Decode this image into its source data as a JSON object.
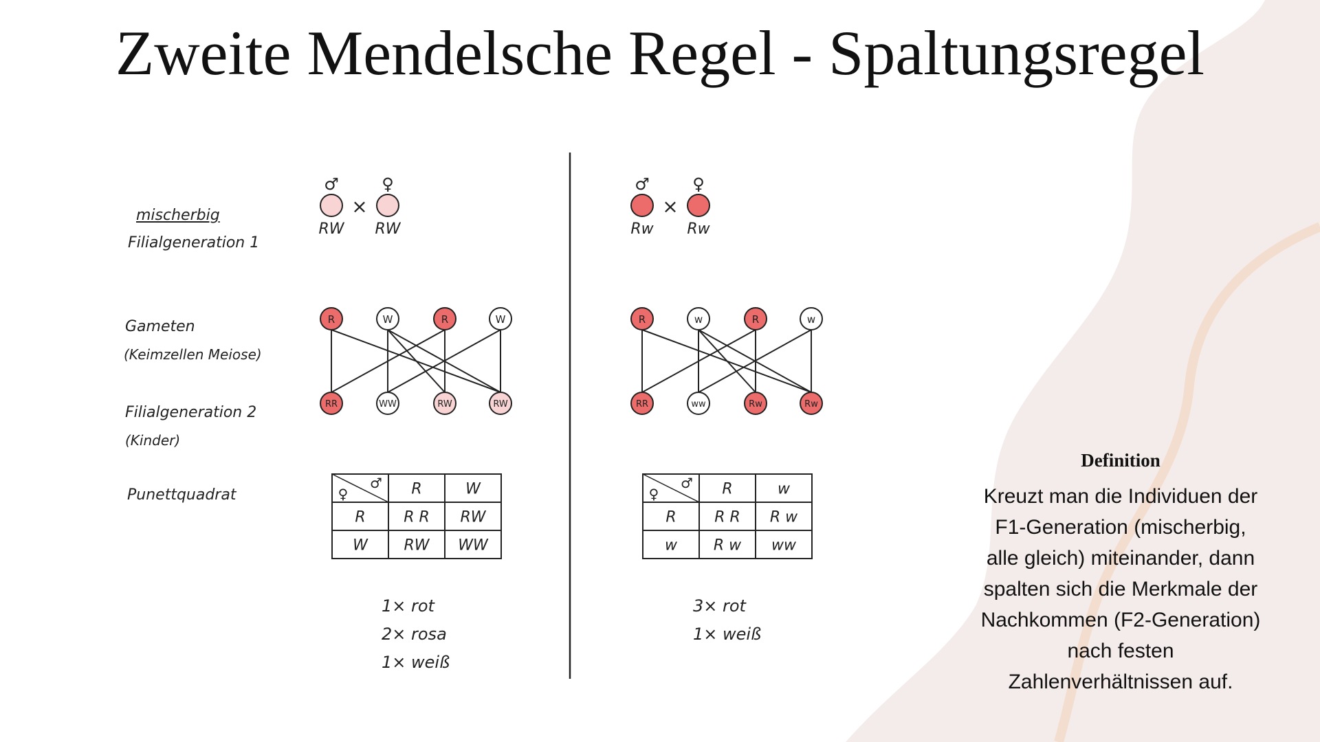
{
  "title": "Zweite Mendelsche Regel - Spaltungsregel",
  "labels": {
    "mischerbig": "mischerbig",
    "filial1": "Filialgeneration 1",
    "gameten": "Gameten",
    "keimzellen": "(Keimzellen Meiose)",
    "filial2": "Filialgeneration 2",
    "kinder": "(Kinder)",
    "punnett": "Punettquadrat"
  },
  "symbols": {
    "male": "♂",
    "female": "♀",
    "cross": "×"
  },
  "colors": {
    "red": "#ec6b6b",
    "pink": "#f9d4d4",
    "white": "#ffffff",
    "line": "#222222",
    "bg_shape": "#f4ecea"
  },
  "left": {
    "parents": [
      "RW",
      "RW"
    ],
    "parent_color": "pink",
    "gametes": [
      {
        "text": "R",
        "color": "red"
      },
      {
        "text": "W",
        "color": "white"
      },
      {
        "text": "R",
        "color": "red"
      },
      {
        "text": "W",
        "color": "white"
      }
    ],
    "children": [
      {
        "text": "RR",
        "color": "red"
      },
      {
        "text": "WW",
        "color": "white"
      },
      {
        "text": "RW",
        "color": "pink"
      },
      {
        "text": "RW",
        "color": "pink"
      }
    ],
    "punnett": {
      "col_headers": [
        "R",
        "W"
      ],
      "row_headers": [
        "R",
        "W"
      ],
      "cells": [
        [
          "R R",
          "RW"
        ],
        [
          "RW",
          "WW"
        ]
      ]
    },
    "results": [
      "1× rot",
      "2× rosa",
      "1× weiß"
    ]
  },
  "right": {
    "parents": [
      "Rw",
      "Rw"
    ],
    "parent_color": "red",
    "gametes": [
      {
        "text": "R",
        "color": "red"
      },
      {
        "text": "w",
        "color": "white"
      },
      {
        "text": "R",
        "color": "red"
      },
      {
        "text": "w",
        "color": "white"
      }
    ],
    "children": [
      {
        "text": "RR",
        "color": "red"
      },
      {
        "text": "ww",
        "color": "white"
      },
      {
        "text": "Rw",
        "color": "red"
      },
      {
        "text": "Rw",
        "color": "red"
      }
    ],
    "punnett": {
      "col_headers": [
        "R",
        "w"
      ],
      "row_headers": [
        "R",
        "w"
      ],
      "cells": [
        [
          "R R",
          "R w"
        ],
        [
          "R w",
          "ww"
        ]
      ]
    },
    "results": [
      "3× rot",
      "1× weiß"
    ]
  },
  "definition": {
    "title": "Definition",
    "text": "Kreuzt man die Individuen der F1-Generation (mischerbig, alle gleich) miteinander, dann spalten sich die Merkmale der Nachkommen (F2-Generation) nach festen Zahlenverhältnissen auf."
  }
}
